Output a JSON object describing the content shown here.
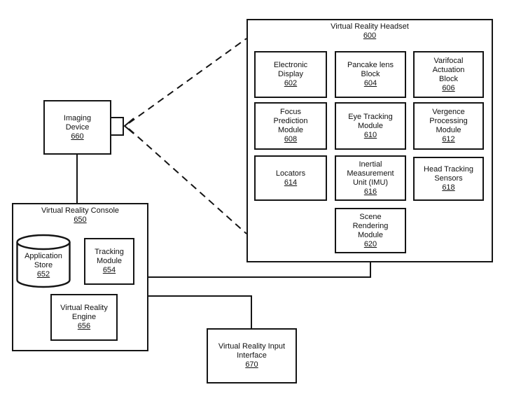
{
  "figure_type": "patent block diagram",
  "colors": {
    "ink": "#151515",
    "background": "#ffffff"
  },
  "headset": {
    "title": "Virtual Reality Headset",
    "number": "600",
    "modules": [
      {
        "label": "Electronic Display",
        "number": "602"
      },
      {
        "label": "Pancake lens Block",
        "number": "604"
      },
      {
        "label": "Varifocal Actuation Block",
        "number": "606"
      },
      {
        "label": "Focus Prediction Module",
        "number": "608"
      },
      {
        "label": "Eye Tracking Module",
        "number": "610"
      },
      {
        "label": "Vergence Processing Module",
        "number": "612"
      },
      {
        "label": "Locators",
        "number": "614"
      },
      {
        "label": "Inertial Measurement Unit (IMU)",
        "number": "616"
      },
      {
        "label": "Head Tracking Sensors",
        "number": "618"
      },
      {
        "label": "Scene Rendering Module",
        "number": "620"
      }
    ]
  },
  "imaging_device": {
    "label": "Imaging Device",
    "number": "660"
  },
  "console": {
    "title": "Virtual Reality Console",
    "number": "650",
    "application_store": {
      "label": "Application Store",
      "number": "652"
    },
    "tracking_module": {
      "label": "Tracking Module",
      "number": "654"
    },
    "vr_engine": {
      "label": "Virtual Reality Engine",
      "number": "656"
    }
  },
  "input_interface": {
    "label": "Virtual Reality Input Interface",
    "number": "670"
  }
}
